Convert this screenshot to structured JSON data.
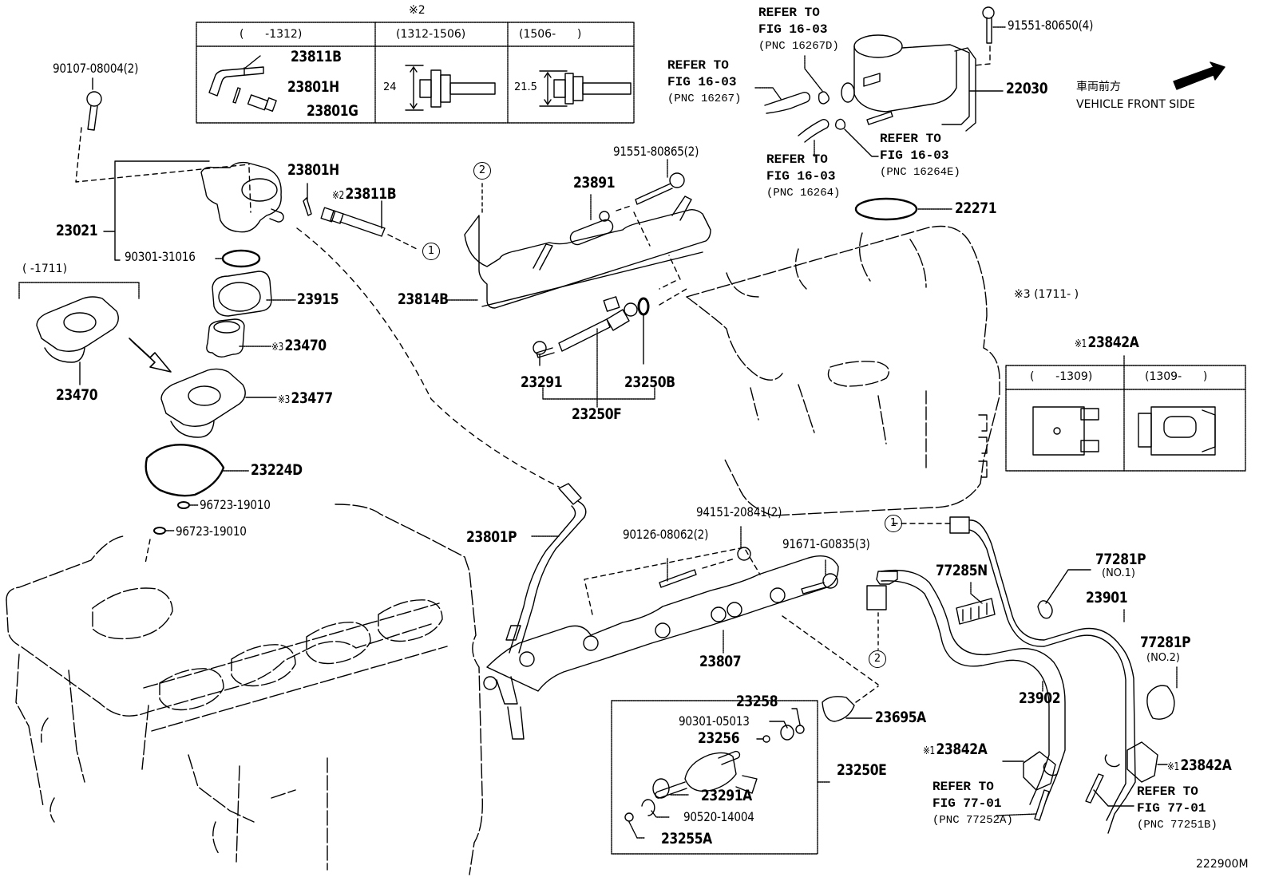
{
  "figure_code": "222900M",
  "direction": {
    "label_jp": "車両前方",
    "label_en": "VEHICLE FRONT SIDE",
    "icon": "arrow-up-right-icon"
  },
  "table_note2": {
    "mark": "※2",
    "columns": [
      "(      -1312)",
      "(1312-1506)",
      "(1506-      )"
    ],
    "col1_parts": [
      "23811B",
      "23801H",
      "23801G"
    ],
    "col2_dimension": "24",
    "col3_dimension": "21.5"
  },
  "table_note1": {
    "mark": "※1",
    "part": "23842A",
    "columns": [
      "(      -1309)",
      "(1309-      )"
    ]
  },
  "note3_range": "※3 (1711-      )",
  "left_range": "(      -1711)",
  "circles": [
    "1",
    "2"
  ],
  "parts": {
    "p90107": "90107-08004(2)",
    "p23811B_top": "23811B",
    "p23801H_top": "23801H",
    "p23801G": "23801G",
    "p23801H": "23801H",
    "p23811B": "23811B",
    "p23811B_mark": "※2",
    "p23021": "23021",
    "p90301_31016": "90301-31016",
    "p23915": "23915",
    "p23470_r": "23470",
    "p23470_r_mark": "※3",
    "p23470_l": "23470",
    "p23477": "23477",
    "p23477_mark": "※3",
    "p23224D": "23224D",
    "p96723_a": "96723-19010",
    "p96723_b": "96723-19010",
    "p23801P": "23801P",
    "p23891": "23891",
    "p91551_80865": "91551-80865(2)",
    "p23814B": "23814B",
    "p23291": "23291",
    "p23250B": "23250B",
    "p23250F": "23250F",
    "p91551_80650": "91551-80650(4)",
    "p22030": "22030",
    "p22271": "22271",
    "p94151": "94151-20841(2)",
    "p90126": "90126-08062(2)",
    "p91671": "91671-G0835(3)",
    "p23807": "23807",
    "p23258": "23258",
    "p90301_05013": "90301-05013",
    "p23256": "23256",
    "p23250E": "23250E",
    "p23291A": "23291A",
    "p90520": "90520-14004",
    "p23255A": "23255A",
    "p23695A": "23695A",
    "p77285N": "77285N",
    "p77281P_1": "77281P",
    "p77281P_1_sub": "(NO.1)",
    "p23901": "23901",
    "p77281P_2": "77281P",
    "p77281P_2_sub": "(NO.2)",
    "p23902": "23902",
    "p23842A_l": "23842A",
    "p23842A_l_mark": "※1",
    "p23842A_r": "23842A",
    "p23842A_r_mark": "※1"
  },
  "references": {
    "r16267D": [
      "REFER TO",
      "FIG 16-03",
      "(PNC 16267D)"
    ],
    "r16267": [
      "REFER TO",
      "FIG 16-03",
      "(PNC 16267)"
    ],
    "r16264": [
      "REFER TO",
      "FIG 16-03",
      "(PNC 16264)"
    ],
    "r16264E": [
      "REFER TO",
      "FIG 16-03",
      "(PNC 16264E)"
    ],
    "r77252A": [
      "REFER TO",
      "FIG 77-01",
      "(PNC 77252A)"
    ],
    "r77251B": [
      "REFER TO",
      "FIG 77-01",
      "(PNC 77251B)"
    ]
  }
}
